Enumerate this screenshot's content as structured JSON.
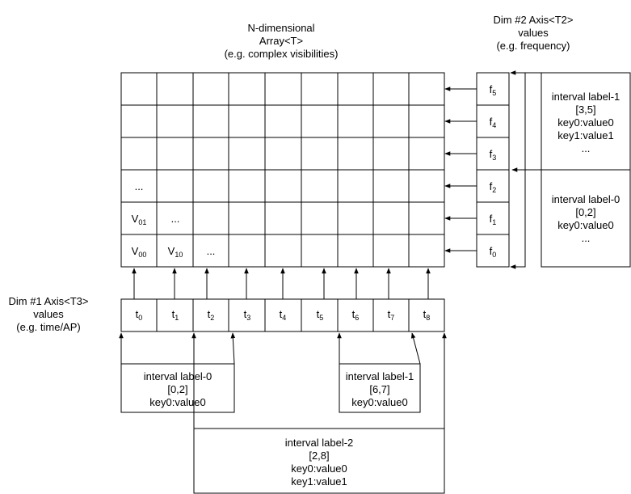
{
  "array_label": [
    "N-dimensional",
    "Array<T>",
    "(e.g. complex visibilities)"
  ],
  "dim2_label": [
    "Dim #2 Axis<T2>",
    "values",
    "(e.g. frequency)"
  ],
  "dim1_label": [
    "Dim #1 Axis<T3>",
    "values",
    "(e.g. time/AP)"
  ],
  "grid_cells": {
    "ellipsis": "...",
    "v01": {
      "base": "V",
      "sub": "01"
    },
    "v00": {
      "base": "V",
      "sub": "00"
    },
    "v10": {
      "base": "V",
      "sub": "10"
    }
  },
  "freq_values": [
    {
      "base": "f",
      "sub": "5"
    },
    {
      "base": "f",
      "sub": "4"
    },
    {
      "base": "f",
      "sub": "3"
    },
    {
      "base": "f",
      "sub": "2"
    },
    {
      "base": "f",
      "sub": "1"
    },
    {
      "base": "f",
      "sub": "0"
    }
  ],
  "time_values": [
    {
      "base": "t",
      "sub": "0"
    },
    {
      "base": "t",
      "sub": "1"
    },
    {
      "base": "t",
      "sub": "2"
    },
    {
      "base": "t",
      "sub": "3"
    },
    {
      "base": "t",
      "sub": "4"
    },
    {
      "base": "t",
      "sub": "5"
    },
    {
      "base": "t",
      "sub": "6"
    },
    {
      "base": "t",
      "sub": "7"
    },
    {
      "base": "t",
      "sub": "8"
    }
  ],
  "freq_intervals": [
    {
      "lines": [
        "interval label-1",
        "[3,5]",
        "key0:value0",
        "key1:value1",
        "..."
      ]
    },
    {
      "lines": [
        "interval label-0",
        "[0,2]",
        "key0:value0",
        "..."
      ]
    }
  ],
  "time_intervals": [
    {
      "lines": [
        "interval label-0",
        "[0,2]",
        "key0:value0"
      ]
    },
    {
      "lines": [
        "interval label-1",
        "[6,7]",
        "key0:value0"
      ]
    },
    {
      "lines": [
        "interval label-2",
        "[2,8]",
        "key0:value0",
        "key1:value1"
      ]
    }
  ],
  "colors": {
    "stroke": "#000000",
    "background": "#ffffff"
  }
}
